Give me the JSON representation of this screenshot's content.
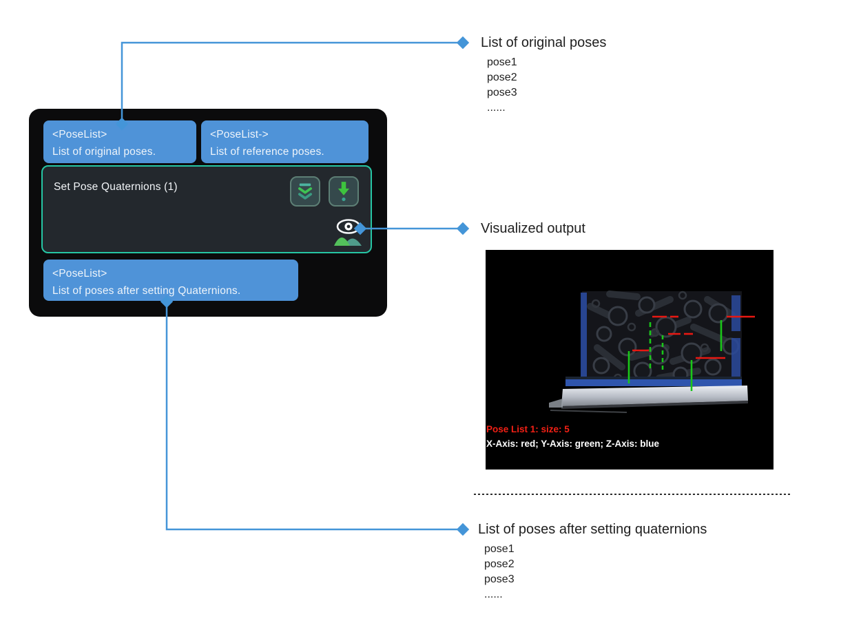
{
  "node": {
    "title": "Set Pose Quaternions (1)",
    "inputs": [
      {
        "type": "<PoseList>",
        "desc": "List of original poses."
      },
      {
        "type": "<PoseList->",
        "desc": "List of reference poses."
      }
    ],
    "output": {
      "type": "<PoseList>",
      "desc": "List of poses after setting Quaternions."
    },
    "icons": [
      "double-chevron-down-icon",
      "down-arrow-icon",
      "eye-icon",
      "mountains-icon"
    ]
  },
  "annotations": {
    "original_poses": {
      "title": "List of original poses",
      "items": [
        "pose1",
        "pose2",
        "pose3",
        "......"
      ]
    },
    "visualized_output": {
      "title": "Visualized output",
      "overlay_title": "Pose List 1: size: 5",
      "overlay_legend": "X-Axis: red; Y-Axis: green; Z-Axis: blue"
    },
    "poses_after": {
      "title": "List of poses after setting quaternions",
      "items": [
        "pose1",
        "pose2",
        "pose3",
        "......"
      ]
    }
  },
  "colors": {
    "port_blue": "#4f93d8",
    "connector_blue": "#4495d8",
    "node_teal_border": "#26c6a4",
    "node_dark_fill": "#23282d",
    "button_green": "#3ec44b",
    "axis_x_red": "#e81812",
    "axis_y_green": "#1ac719",
    "bin_blue": "#2a4a9d"
  }
}
